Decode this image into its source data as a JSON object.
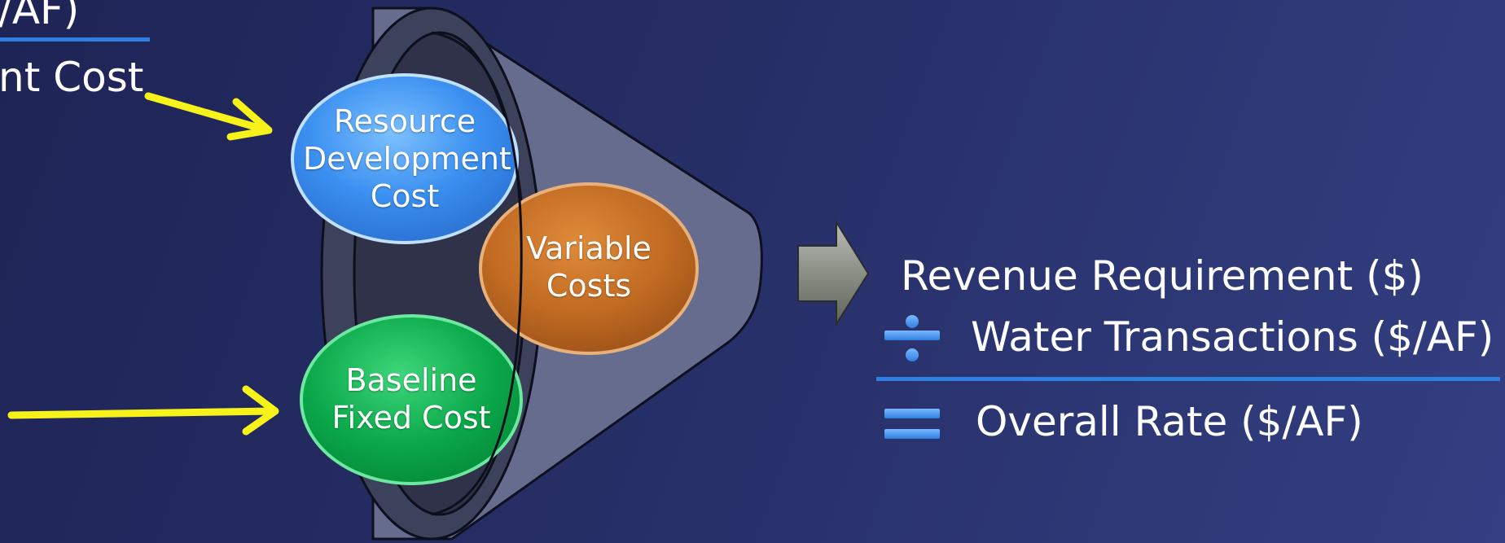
{
  "left_partial": {
    "top_text": "/AF)",
    "cost_text": "nt Cost"
  },
  "funnel": {
    "resource": {
      "line1": "Resource",
      "line2": "Development",
      "line3": "Cost"
    },
    "variable": {
      "line1": "Variable",
      "line2": "Costs"
    },
    "baseline": {
      "line1": "Baseline",
      "line2": "Fixed Cost"
    }
  },
  "equation": {
    "revenue": "Revenue Requirement ($)",
    "transactions": "Water Transactions ($/AF)",
    "rate": "Overall Rate ($/AF)"
  },
  "colors": {
    "background": "#262e66",
    "accent_line": "#2f7fe0",
    "arrow_yellow": "#f6f21a",
    "resource_blue": "#3a8ff0",
    "variable_orange": "#c06a22",
    "baseline_green": "#0aa84a",
    "operator_blue": "#4a9af5",
    "funnel_fill": "#6a7091"
  }
}
